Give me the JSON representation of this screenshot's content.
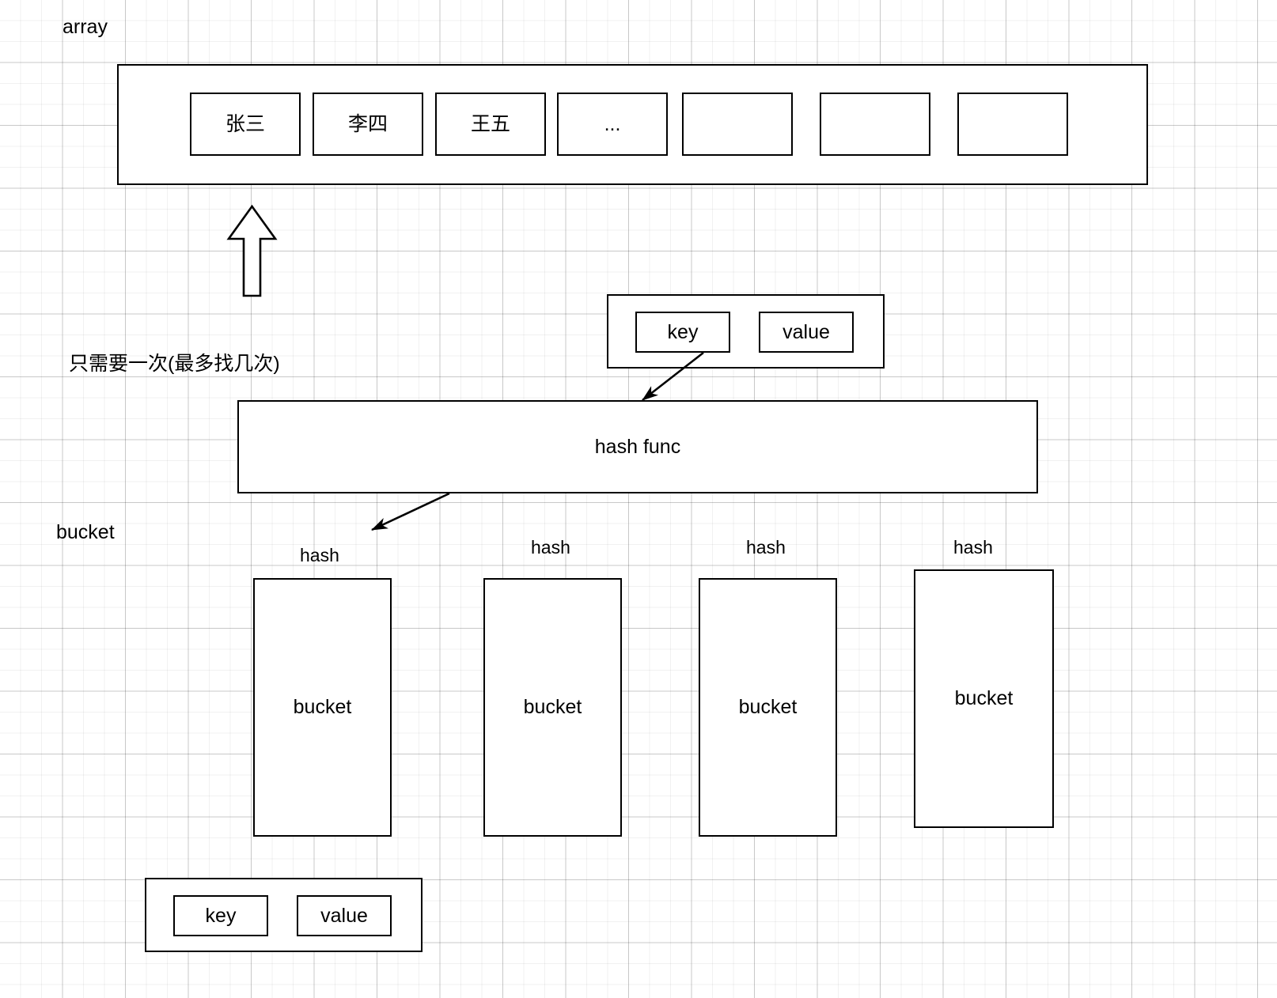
{
  "diagram": {
    "title_labels": {
      "array": "array",
      "bucket": "bucket",
      "note": "只需要一次(最多找几次)"
    },
    "array_section": {
      "label": "array",
      "cells": [
        {
          "text": "张三"
        },
        {
          "text": "李四"
        },
        {
          "text": "王五"
        },
        {
          "text": "..."
        },
        {
          "text": ""
        },
        {
          "text": ""
        },
        {
          "text": ""
        }
      ]
    },
    "up_arrow": {
      "name": "block-arrow-up"
    },
    "note_text": "只需要一次(最多找几次)",
    "entry_top": {
      "key_label": "key",
      "value_label": "value"
    },
    "hash_func": {
      "label": "hash func"
    },
    "bucket_section": {
      "side_label": "bucket",
      "buckets": [
        {
          "hash_label": "hash",
          "body_label": "bucket"
        },
        {
          "hash_label": "hash",
          "body_label": "bucket"
        },
        {
          "hash_label": "hash",
          "body_label": "bucket"
        },
        {
          "hash_label": "hash",
          "body_label": "bucket"
        }
      ]
    },
    "entry_bottom": {
      "key_label": "key",
      "value_label": "value"
    },
    "colors": {
      "stroke": "#000000",
      "background": "#ffffff",
      "grid_minor": "#eeeeee",
      "grid_major": "#d4d4d4"
    }
  }
}
